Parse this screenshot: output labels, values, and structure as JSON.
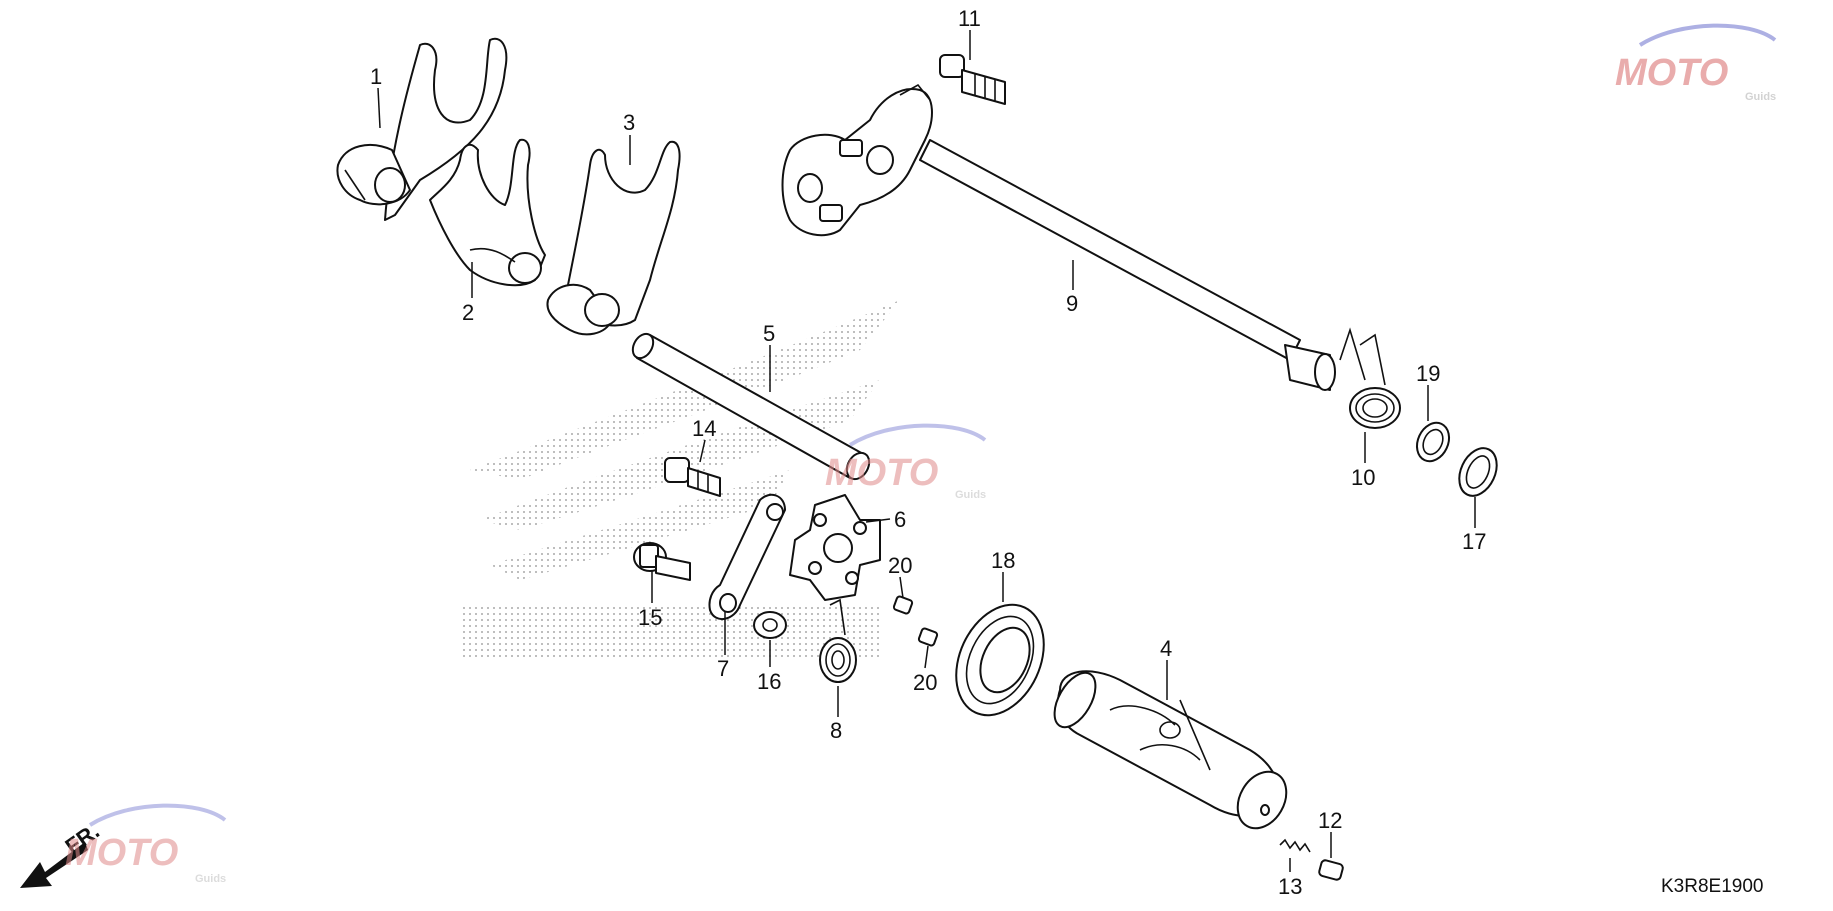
{
  "diagram": {
    "code": "K3R8E1900",
    "front_label": "FR.",
    "watermark": {
      "brand": "MOTO",
      "sub": "Guids"
    },
    "callouts": [
      {
        "id": "1",
        "label": "1"
      },
      {
        "id": "2",
        "label": "2"
      },
      {
        "id": "3",
        "label": "3"
      },
      {
        "id": "4",
        "label": "4"
      },
      {
        "id": "5",
        "label": "5"
      },
      {
        "id": "6",
        "label": "6"
      },
      {
        "id": "7",
        "label": "7"
      },
      {
        "id": "8",
        "label": "8"
      },
      {
        "id": "9",
        "label": "9"
      },
      {
        "id": "10",
        "label": "10"
      },
      {
        "id": "11",
        "label": "11"
      },
      {
        "id": "12",
        "label": "12"
      },
      {
        "id": "13",
        "label": "13"
      },
      {
        "id": "14",
        "label": "14"
      },
      {
        "id": "15",
        "label": "15"
      },
      {
        "id": "16",
        "label": "16"
      },
      {
        "id": "17",
        "label": "17"
      },
      {
        "id": "18",
        "label": "18"
      },
      {
        "id": "19",
        "label": "19"
      },
      {
        "id": "20a",
        "label": "20"
      },
      {
        "id": "20b",
        "label": "20"
      }
    ]
  }
}
